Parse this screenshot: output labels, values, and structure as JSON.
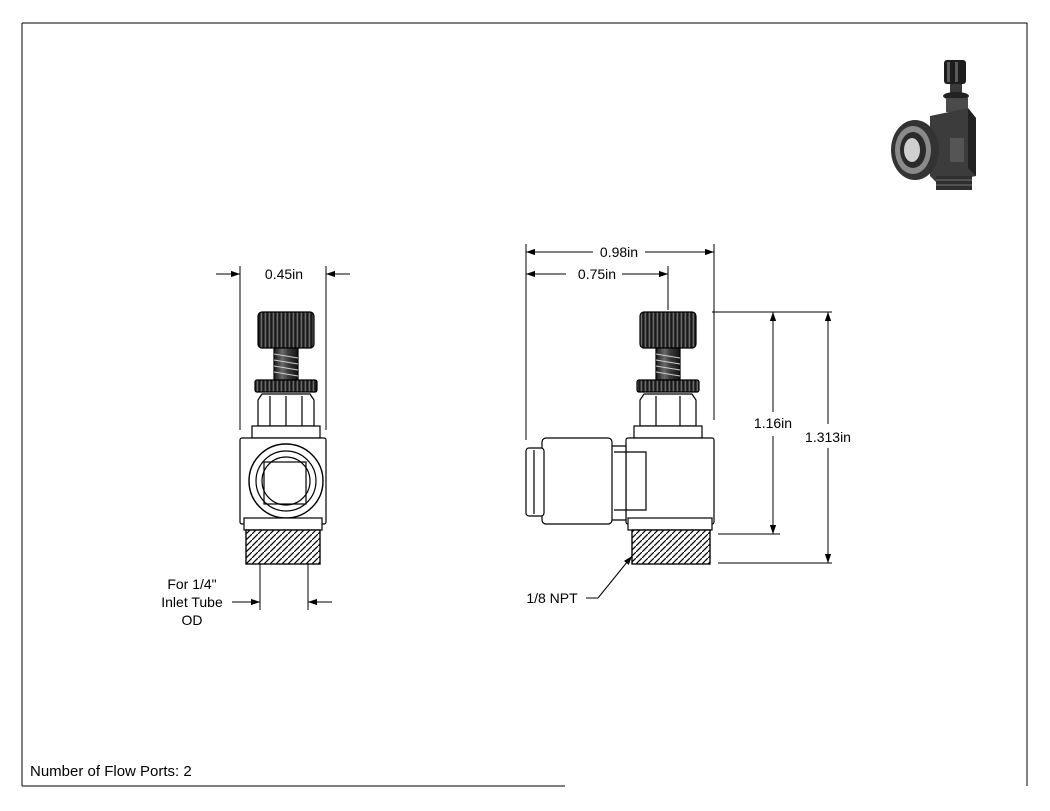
{
  "front_view": {
    "width_dim": "0.45in",
    "tube_note": [
      "For 1/4\"",
      "Inlet Tube",
      "OD"
    ]
  },
  "side_view": {
    "overall_width_dim": "0.98in",
    "inner_width_dim": "0.75in",
    "height_dim_inner": "1.16in",
    "height_dim_outer": "1.313in",
    "thread_note": "1/8 NPT"
  },
  "footer": {
    "flow_ports_label": "Number of Flow Ports: 2"
  },
  "colors": {
    "line": "#000000",
    "shade_dark": "#2a2a2a",
    "shade_mid": "#5c5c5c",
    "shade_light": "#9a9a9a"
  }
}
